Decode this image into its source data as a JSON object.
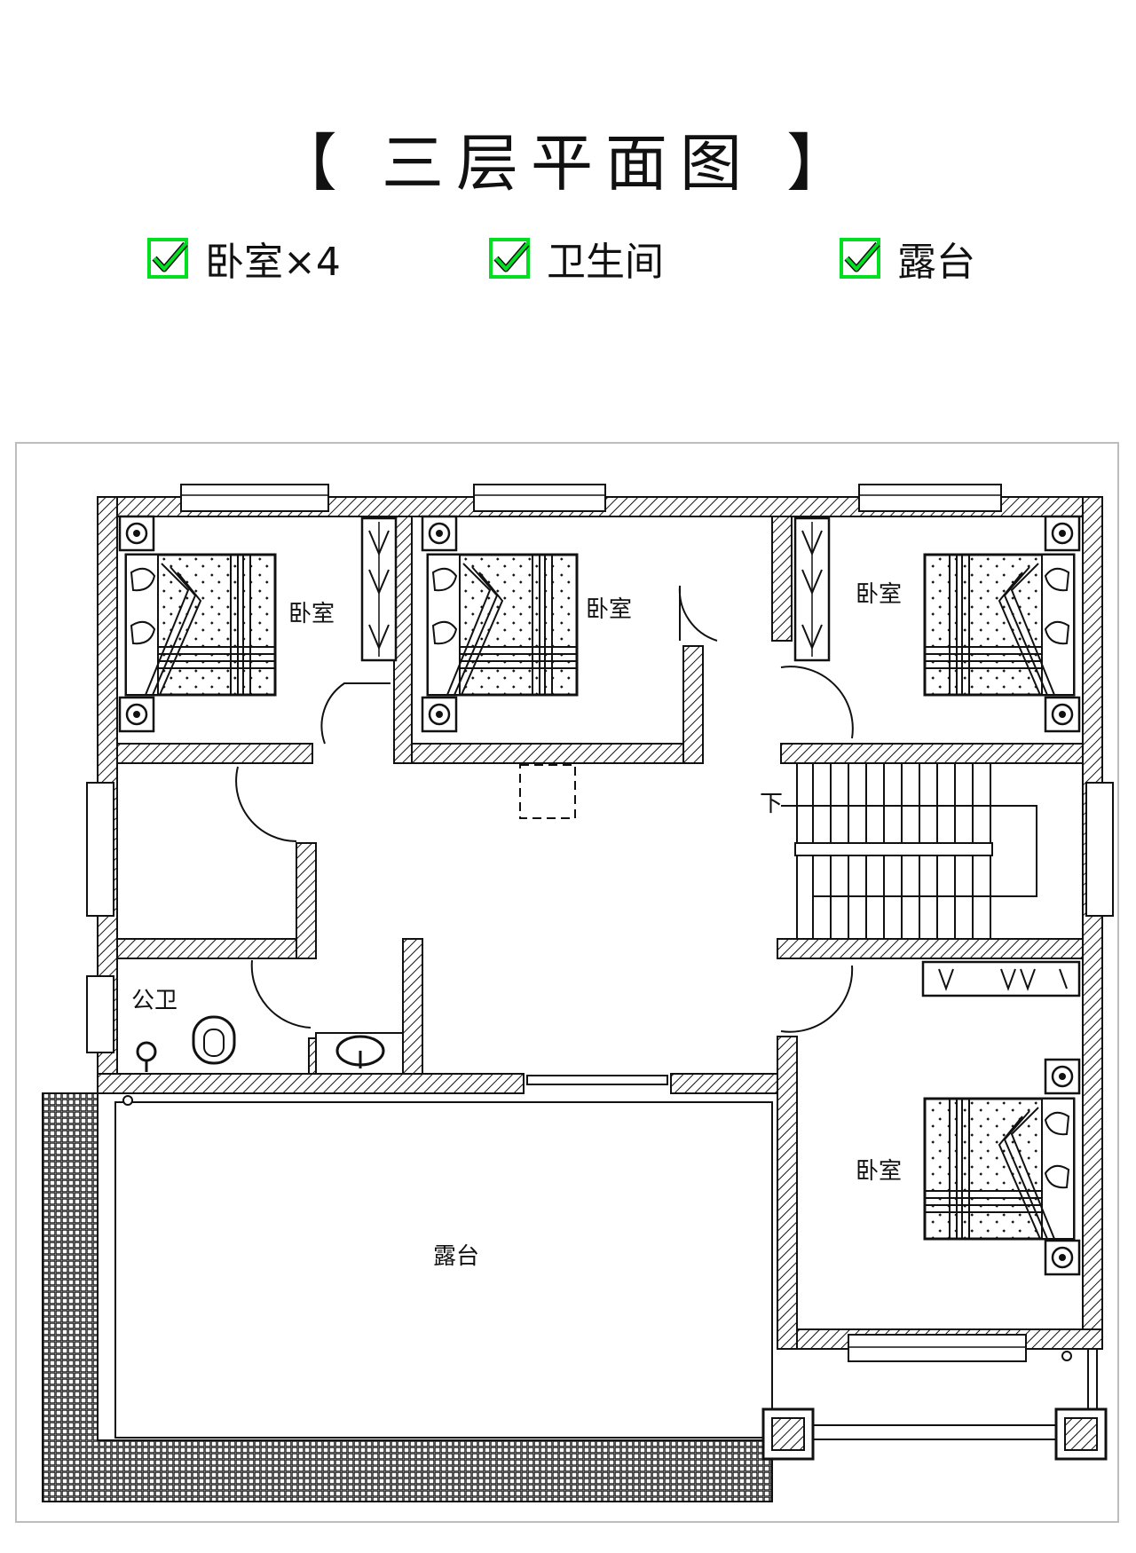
{
  "title": "【 三层平面图 】",
  "features": [
    {
      "label": "卧室×4",
      "icon": "green-check-icon"
    },
    {
      "label": "卫生间",
      "icon": "green-check-icon"
    },
    {
      "label": "露台",
      "icon": "green-check-icon"
    }
  ],
  "colors": {
    "check": "#00e020",
    "wall": "#111111",
    "frame": "#bdbdbd"
  },
  "plan": {
    "rooms": {
      "bedroom_1": "卧室",
      "bedroom_2": "卧室",
      "bedroom_3": "卧室",
      "bedroom_4": "卧室",
      "public_bath": "公卫",
      "terrace": "露台",
      "stair_down": "下"
    }
  }
}
